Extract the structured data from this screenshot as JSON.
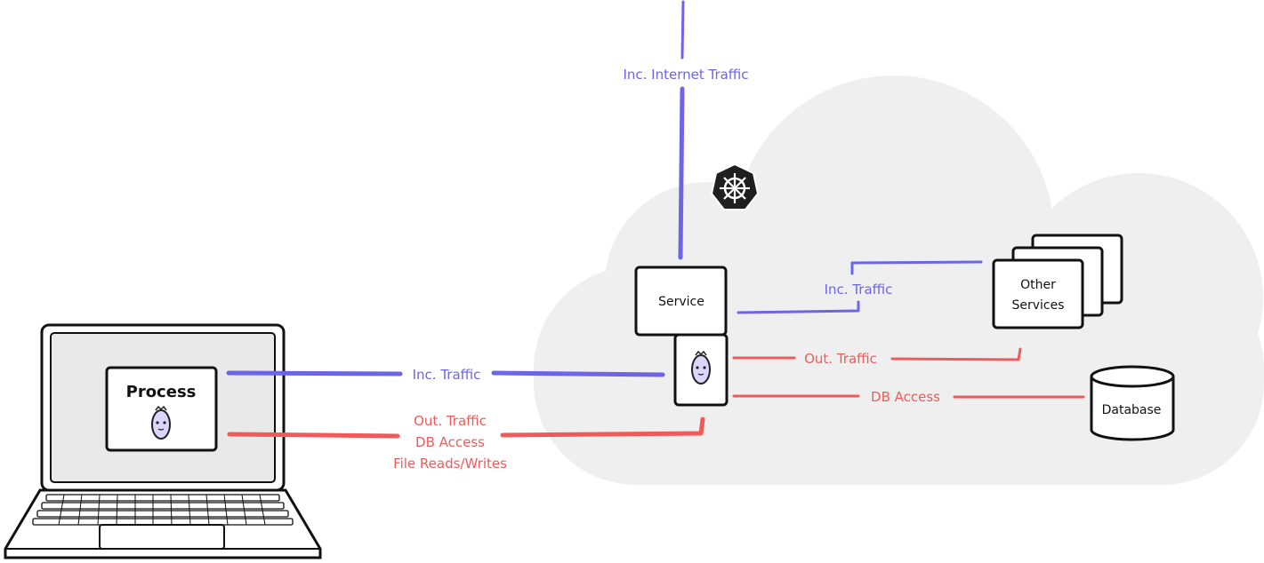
{
  "labels": {
    "internet_traffic": "Inc. Internet Traffic",
    "service_to_others": "Inc. Traffic",
    "out_traffic_cloud": "Out. Traffic",
    "db_access_cloud": "DB Access",
    "inc_traffic_laptop": "Inc. Traffic",
    "out_traffic_laptop": "Out. Traffic",
    "db_access_laptop": "DB Access",
    "file_reads_writes": "File Reads/Writes"
  },
  "nodes": {
    "service": "Service",
    "other_services_line1": "Other",
    "other_services_line2": "Services",
    "database": "Database",
    "process": "Process"
  },
  "icons": {
    "cluster": "kubernetes-icon",
    "sidecar": "mirrord-mascot-icon"
  },
  "colors": {
    "incoming": "#6e64e8",
    "outgoing": "#ef5b5b",
    "cloud": "#efefef"
  }
}
